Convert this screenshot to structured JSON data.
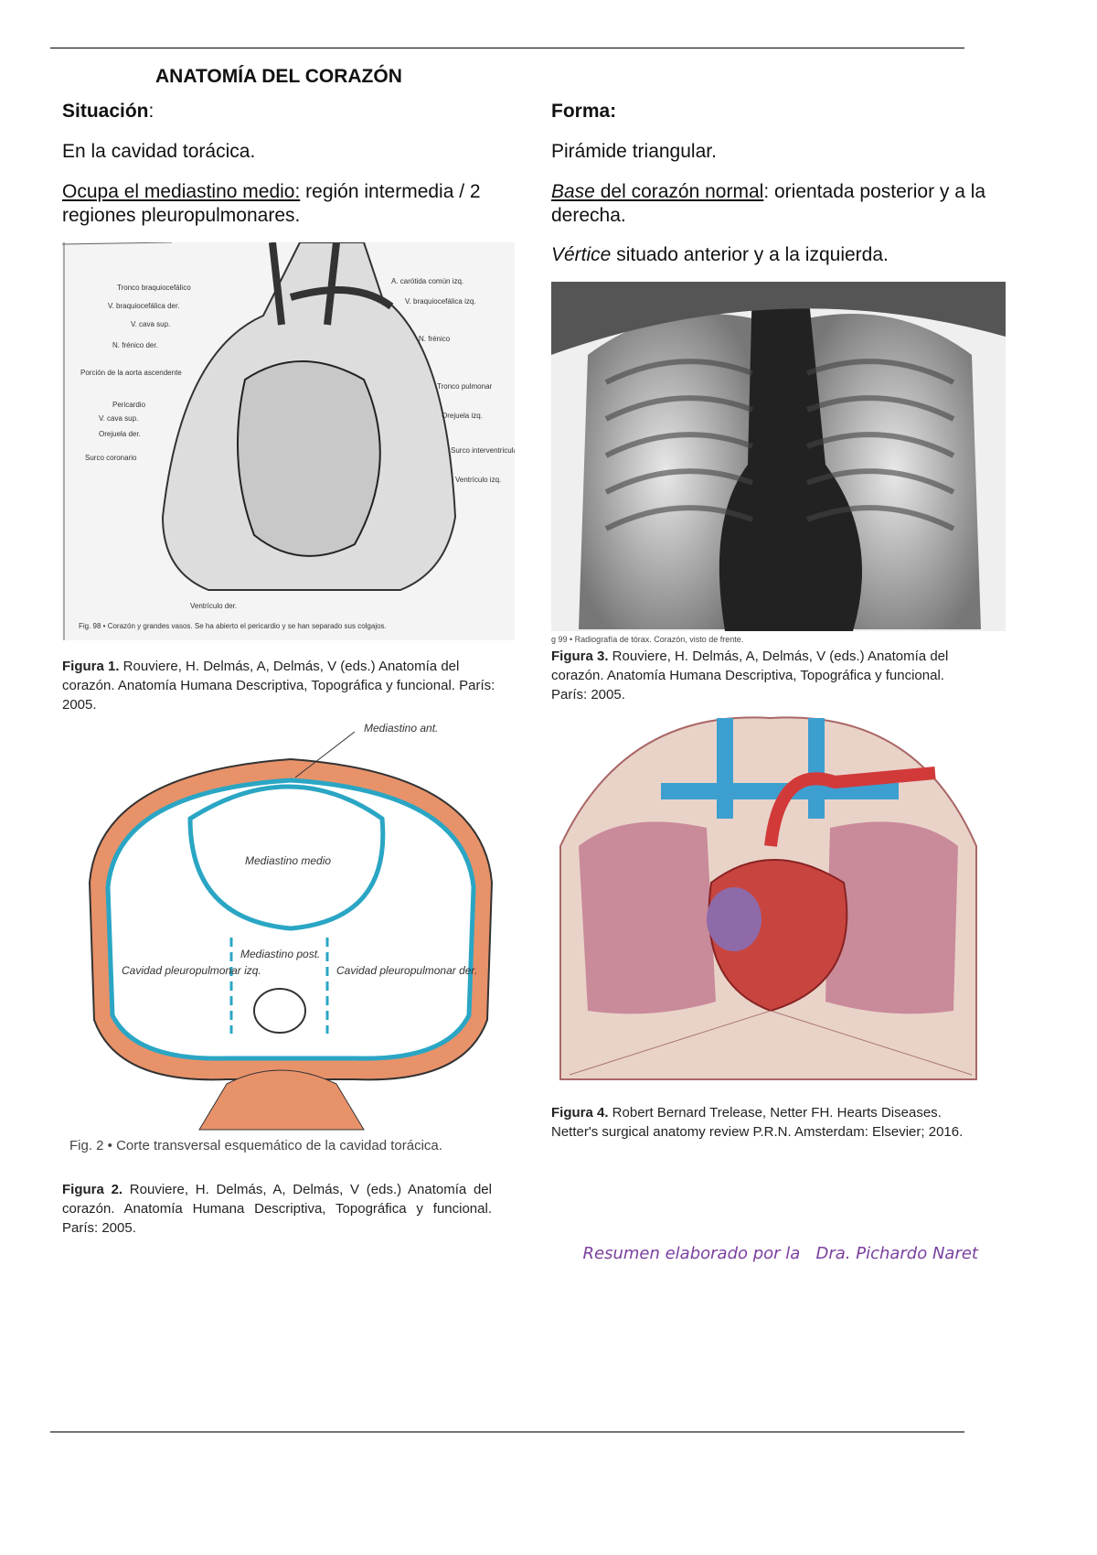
{
  "title": "ANATOMÍA DEL CORAZÓN",
  "left": {
    "heading": "Situación",
    "heading_colon": ":",
    "p1": "En la cavidad torácica.",
    "p2_underlined": "Ocupa el mediastino medio:",
    "p2_rest": " región intermedia / 2 regiones pleuropulmonares.",
    "fig1": {
      "labels_left": [
        "Tronco braquiocefálico",
        "V. braquiocefálica der.",
        "V. cava sup.",
        "N. frénico der.",
        "Porción de la aorta ascendente",
        "Pericardio",
        "V. cava sup.",
        "Orejuela der.",
        "Surco coronario"
      ],
      "labels_right": [
        "A. carótida común izq.",
        "V. braquiocefálica izq.",
        "N. frénico",
        "Tronco pulmonar",
        "Orejuela izq.",
        "Surco interventricular",
        "Ventrículo izq."
      ],
      "label_bottom": "Ventrículo der.",
      "inner_caption": "Fig. 98 • Corazón y grandes vasos. Se ha abierto el pericardio y se han separado sus colgajos.",
      "caption_label": "Figura 1.",
      "caption_text": " Rouviere, H. Delmás, A, Delmás, V (eds.) Anatomía del corazón.   Anatomía Humana Descriptiva, Topográfica y funcional. París: 2005."
    },
    "fig2": {
      "labels": {
        "ant": "Mediastino ant.",
        "medio": "Mediastino medio",
        "post": "Mediastino post.",
        "izq": "Cavidad pleuropulmonar izq.",
        "der": "Cavidad pleuropulmonar der."
      },
      "inner_caption": "Fig. 2 • Corte transversal esquemático de la cavidad torácica.",
      "caption_label": "Figura 2.",
      "caption_text": " Rouviere, H. Delmás, A, Delmás, V (eds.) Anatomía del corazón.   Anatomía Humana Descriptiva, Topográfica y funcional. París: 2005."
    }
  },
  "right": {
    "heading": "Forma:",
    "p1": "Pirámide triangular.",
    "p2_italic_underlined": "Base",
    "p2_underlined": " del corazón normal",
    "p2_rest": ": orientada posterior y a la derecha.",
    "p3_italic": "Vértice",
    "p3_rest": " situado anterior y a la izquierda.",
    "fig3": {
      "inner_caption": "g 99 • Radiografía de tórax. Corazón, visto de frente.",
      "caption_label": "Figura 3.",
      "caption_text": " Rouviere, H. Delmás, A, Delmás, V (eds.) Anatomía del corazón.   Anatomía Humana Descriptiva, Topográfica y funcional. París: 2005."
    },
    "fig4": {
      "caption_label": "Figura 4.",
      "caption_text": " Robert Bernard Trelease, Netter FH. Hearts Diseases. Netter's surgical anatomy review P.R.N. Amsterdam: Elsevier; 2016."
    }
  },
  "signature": "Resumen elaborado por la   Dra. Pichardo Naret",
  "colors": {
    "signature": "#7b3f9e",
    "diagram_orange": "#e8926a",
    "diagram_blue": "#2aa6c4"
  }
}
